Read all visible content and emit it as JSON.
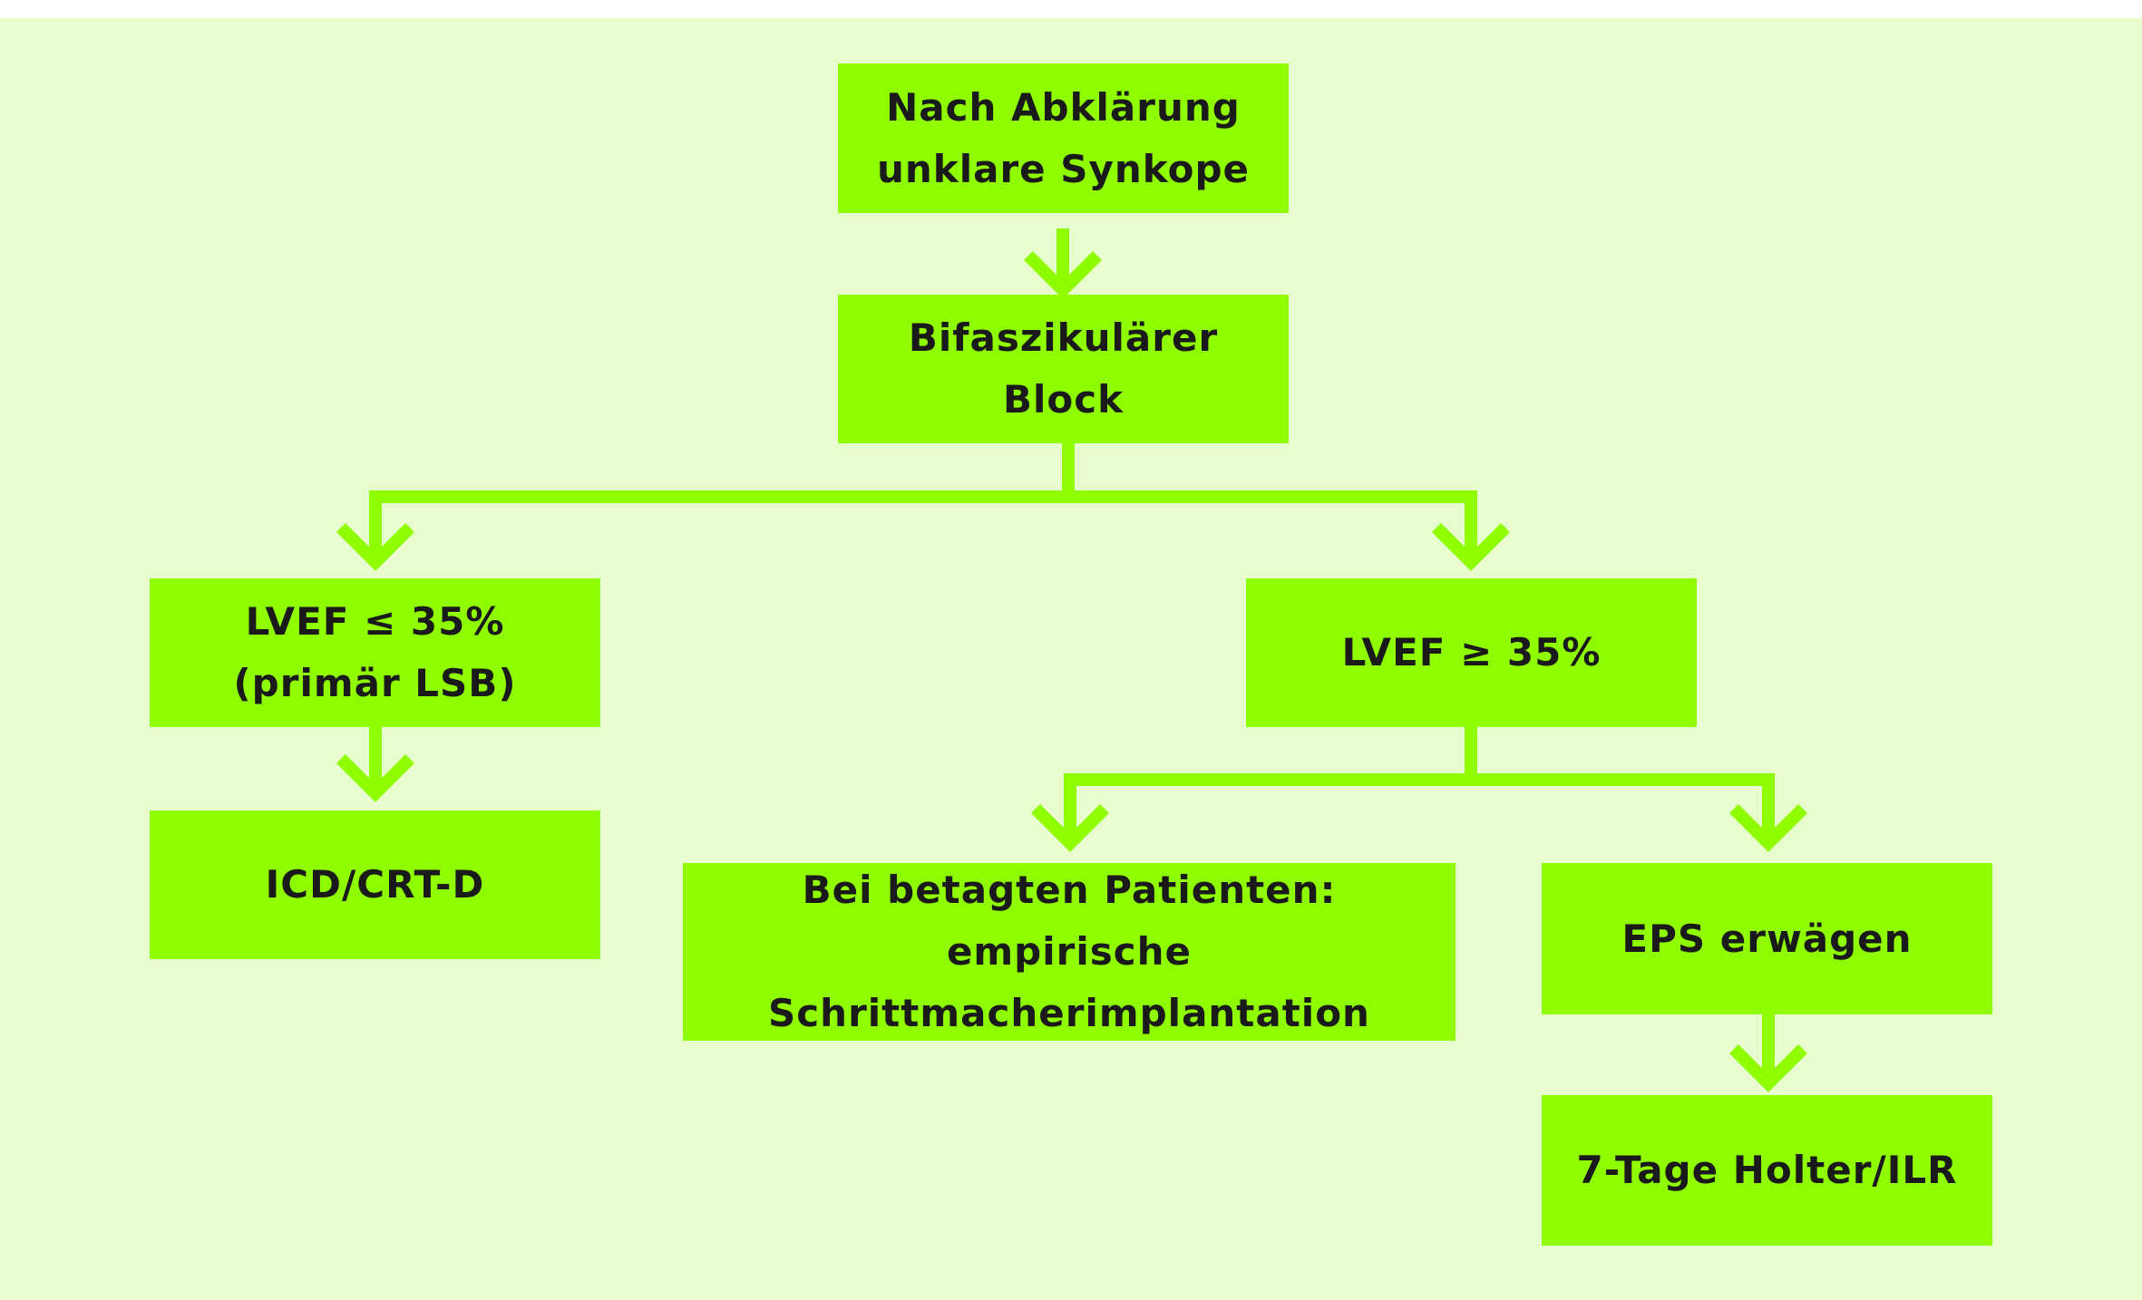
{
  "diagram": {
    "nodes": {
      "start": "Nach Abklärung\nunklare Synkope",
      "bifascicular": "Bifaszikulärer\nBlock",
      "lvef_low": "LVEF ≤ 35%\n(primär LSB)",
      "lvef_high": "LVEF ≥ 35%",
      "icd": "ICD/CRT-D",
      "pacemaker": "Bei betagten Patienten:\nempirische\nSchrittmacherimplantation",
      "eps": "EPS erwägen",
      "holter": "7-Tage Holter/ILR"
    },
    "colors": {
      "background": "#e8fdce",
      "box": "#8ffc00",
      "connector": "#8ffc00",
      "text": "#1a1a1a"
    }
  }
}
